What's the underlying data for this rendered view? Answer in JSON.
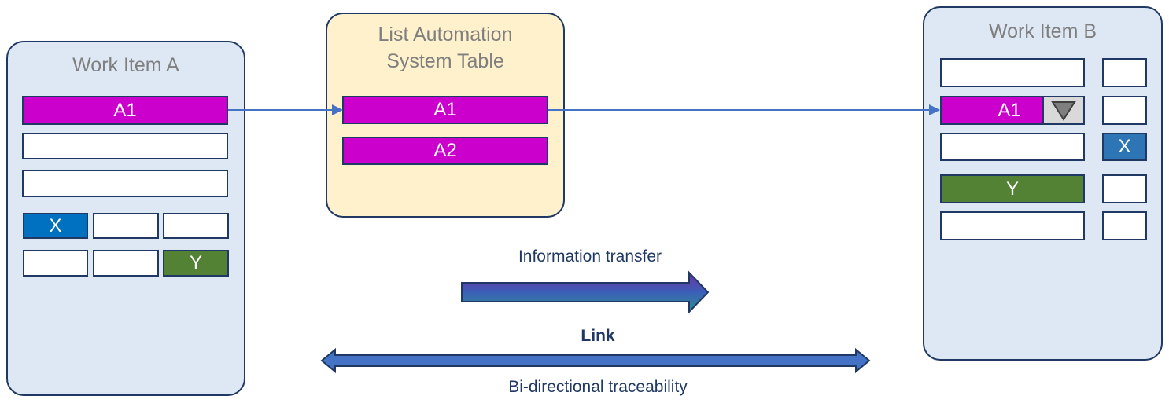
{
  "work_item_a": {
    "title": "Work Item A",
    "field_a1": "A1",
    "field_x": "X",
    "field_y": "Y"
  },
  "list_table": {
    "title_line1": "List Automation",
    "title_line2": "System Table",
    "entry_a1": "A1",
    "entry_a2": "A2"
  },
  "work_item_b": {
    "title": "Work Item B",
    "field_a1": "A1",
    "field_x": "X",
    "field_y": "Y"
  },
  "legend": {
    "info_transfer": "Information transfer",
    "link": "Link",
    "bidirectional": "Bi-directional traceability"
  },
  "colors": {
    "panel_fill": "#dee8f5",
    "table_fill": "#fff1cc",
    "border": "#1f3864",
    "magenta": "#cc00cc",
    "blue": "#0070c0",
    "green": "#548235",
    "connector": "#4472c4"
  }
}
